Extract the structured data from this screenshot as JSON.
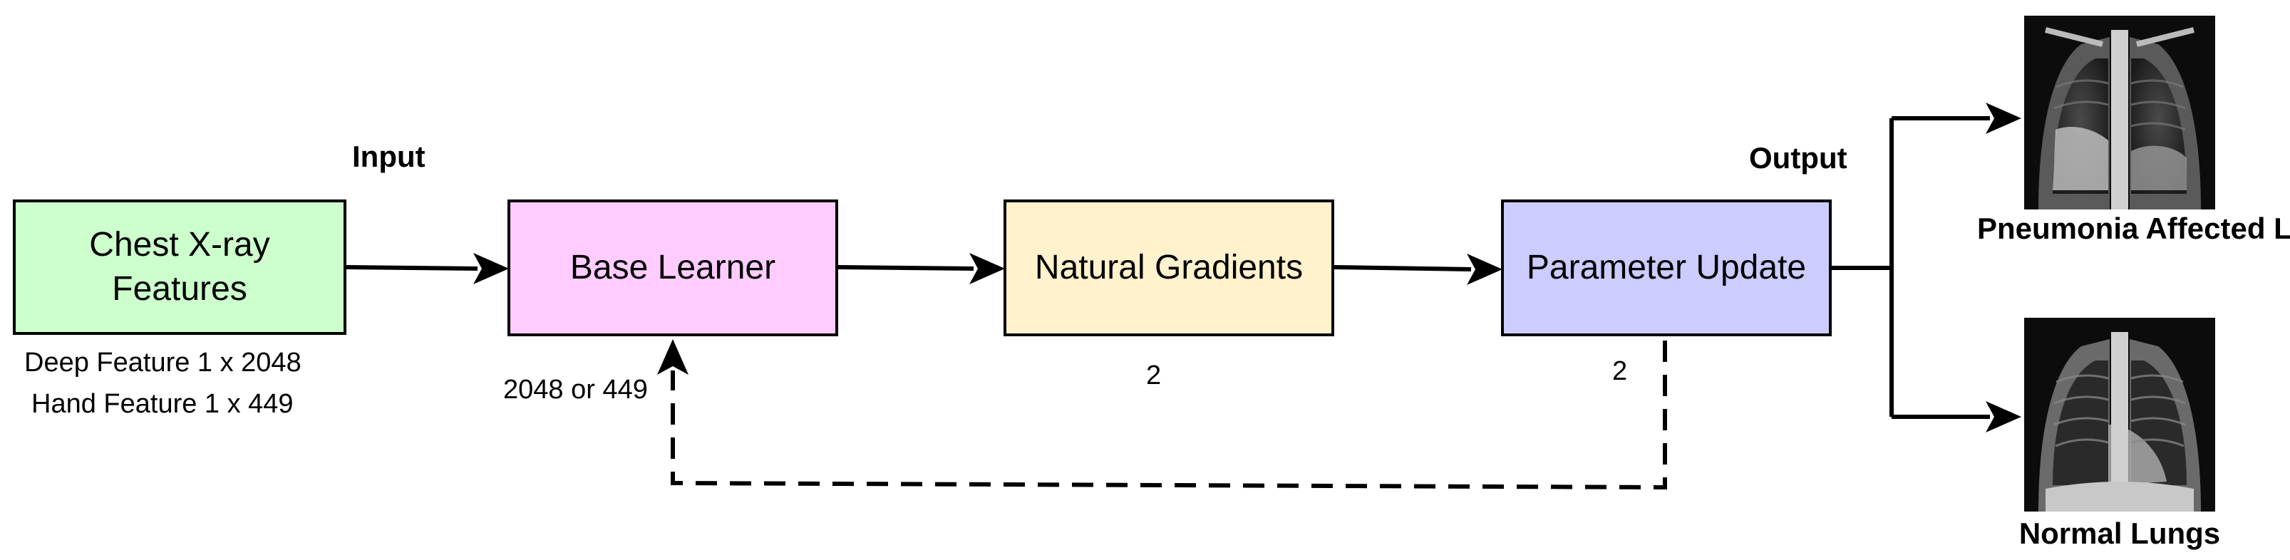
{
  "labels": {
    "input": "Input",
    "output": "Output",
    "deep_feature": "Deep Feature 1 x 2048",
    "hand_feature": "Hand Feature 1 x 449",
    "base_dim": "2048 or 449",
    "ng_dim": "2",
    "pu_dim": "2"
  },
  "boxes": {
    "features": "Chest X-ray Features",
    "base_learner": "Base Learner",
    "natural_gradients": "Natural Gradients",
    "parameter_update": "Parameter Update"
  },
  "outputs": {
    "pneumonia": "Pneumonia Affected Lungs",
    "normal": "Normal Lungs"
  },
  "colors": {
    "features": "#ccffcc",
    "base_learner": "#ffccff",
    "natural_gradients": "#fff2cc",
    "parameter_update": "#ccccff"
  }
}
